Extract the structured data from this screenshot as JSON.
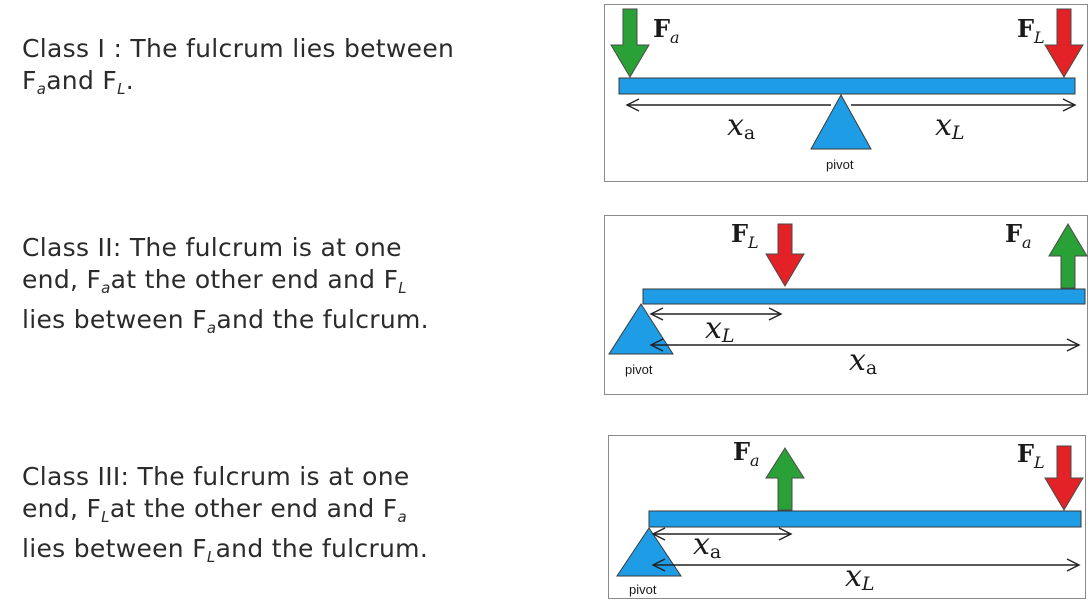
{
  "descriptions": [
    {
      "lines": [
        {
          "parts": [
            "Class I : The fulcrum lies between"
          ]
        },
        {
          "parts": [
            "F",
            "a",
            "and F",
            "L",
            "."
          ]
        }
      ]
    },
    {
      "lines": [
        {
          "parts": [
            "Class II: The fulcrum is at one"
          ]
        },
        {
          "parts": [
            "end, F",
            "a",
            "at the other end and F",
            "L"
          ]
        },
        {
          "parts": [
            "lies between F",
            "a",
            "and the fulcrum."
          ]
        }
      ]
    },
    {
      "lines": [
        {
          "parts": [
            "Class III: The fulcrum is at one"
          ]
        },
        {
          "parts": [
            "end, F",
            "L",
            "at the other end and F",
            "a"
          ]
        },
        {
          "parts": [
            "lies between F",
            "L",
            "and the fulcrum."
          ]
        }
      ]
    }
  ],
  "diagrams": {
    "class1": {
      "force_a": {
        "label": "F",
        "sub": "a"
      },
      "force_L": {
        "label": "F",
        "sub": "L"
      },
      "dist_a": {
        "label": "x",
        "sub": "a"
      },
      "dist_L": {
        "label": "x",
        "sub": "L"
      },
      "pivot": "pivot"
    },
    "class2": {
      "force_L": {
        "label": "F",
        "sub": "L"
      },
      "force_a": {
        "label": "F",
        "sub": "a"
      },
      "dist_L": {
        "label": "x",
        "sub": "L"
      },
      "dist_a": {
        "label": "x",
        "sub": "a"
      },
      "pivot": "pivot"
    },
    "class3": {
      "force_a": {
        "label": "F",
        "sub": "a"
      },
      "force_L": {
        "label": "F",
        "sub": "L"
      },
      "dist_a": {
        "label": "x",
        "sub": "a"
      },
      "dist_L": {
        "label": "x",
        "sub": "L"
      },
      "pivot": "pivot"
    }
  },
  "colors": {
    "lever": "#1e9ce6",
    "pivot": "#1e9ce6",
    "effort_arrow": "#2aa136",
    "load_arrow": "#e22226"
  }
}
